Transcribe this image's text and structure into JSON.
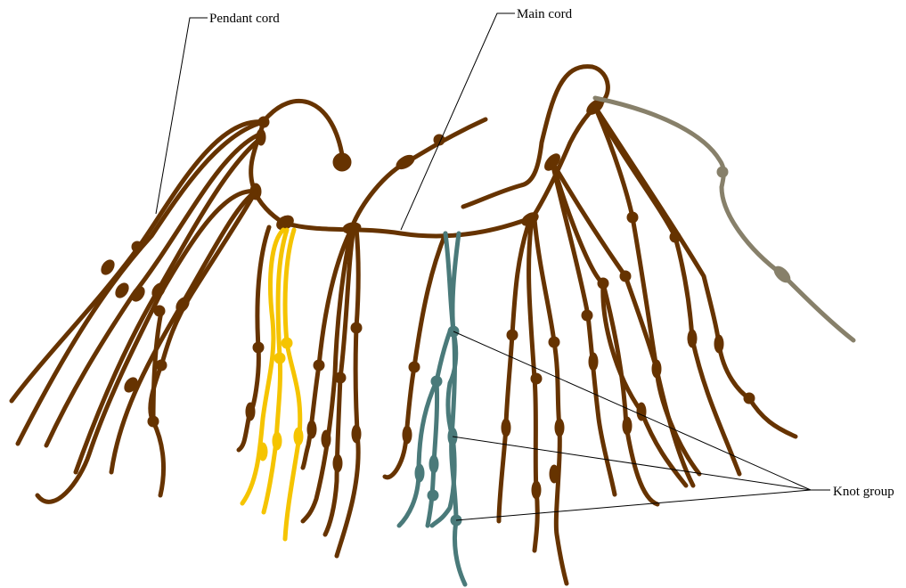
{
  "labels": {
    "pendant_cord": "Pendant cord",
    "main_cord": "Main cord",
    "knot_group": "Knot group"
  },
  "colors": {
    "brown": "#663300",
    "yellow": "#f5c400",
    "teal": "#4a7a7a",
    "grey": "#87806a"
  }
}
